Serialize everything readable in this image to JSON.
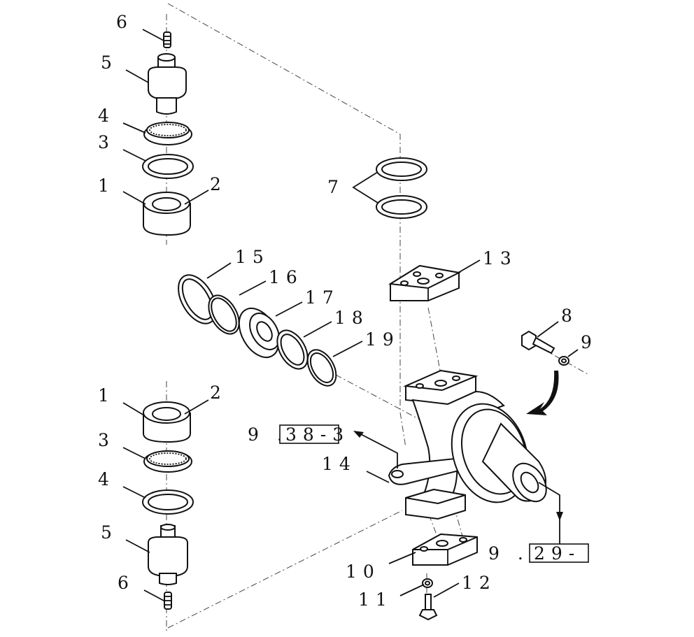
{
  "labels": {
    "top_6": "6",
    "top_5": "5",
    "top_4": "4",
    "top_3": "3",
    "top_1": "1",
    "top_2": "2",
    "ring_7": "7",
    "pad_13": "13",
    "b15": "15",
    "b16": "16",
    "b17": "17",
    "b18": "18",
    "b19": "19",
    "bolt_8": "8",
    "washer_9": "9",
    "bot_1": "1",
    "bot_2": "2",
    "bot_3": "3",
    "bot_4": "4",
    "bot_5": "5",
    "bot_6": "6",
    "arm_14": "14",
    "pad_10": "10",
    "washer_11": "11",
    "bolt_12": "12"
  },
  "refs": {
    "ref_a_prefix": "9 .",
    "ref_a_box": "38-3",
    "ref_b_prefix": "9 .",
    "ref_b_box": "29-"
  }
}
